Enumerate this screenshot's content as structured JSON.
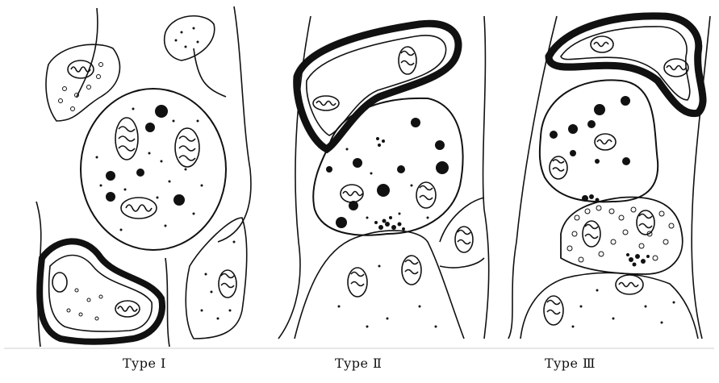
{
  "panels": [
    {
      "caption": "Type Ⅰ"
    },
    {
      "caption": "Type Ⅱ"
    },
    {
      "caption": "Type Ⅲ"
    }
  ]
}
